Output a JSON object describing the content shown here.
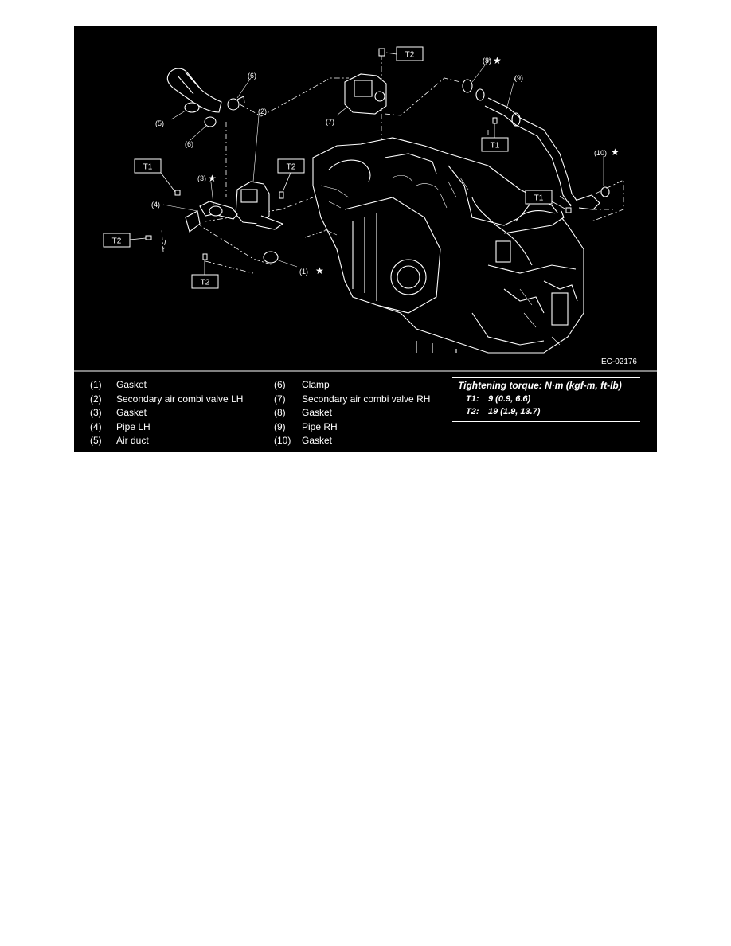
{
  "figure": {
    "code": "EC-02176",
    "background": "#000000",
    "foreground": "#ffffff",
    "callouts": {
      "c1": "(1)",
      "c2": "(2)",
      "c3": "(3)",
      "c4": "(4)",
      "c5": "(5)",
      "c6a": "(6)",
      "c6b": "(6)",
      "c7": "(7)",
      "c8": "(8)",
      "c9": "(9)",
      "c10": "(10)"
    },
    "torque_tags": {
      "t2_top": "T2",
      "t1_right_upper": "T1",
      "t1_left": "T1",
      "t2_mid": "T2",
      "t1_right": "T1",
      "t2_left": "T2",
      "t2_bottom": "T2"
    },
    "star_icon": "star-icon"
  },
  "legend": {
    "left": [
      {
        "num": "(1)",
        "label": "Gasket"
      },
      {
        "num": "(2)",
        "label": "Secondary air combi valve LH"
      },
      {
        "num": "(3)",
        "label": "Gasket"
      },
      {
        "num": "(4)",
        "label": "Pipe LH"
      },
      {
        "num": "(5)",
        "label": "Air duct"
      }
    ],
    "right": [
      {
        "num": "(6)",
        "label": "Clamp"
      },
      {
        "num": "(7)",
        "label": "Secondary air combi valve RH"
      },
      {
        "num": "(8)",
        "label": "Gasket"
      },
      {
        "num": "(9)",
        "label": "Pipe RH"
      },
      {
        "num": "(10)",
        "label": "Gasket"
      }
    ]
  },
  "torque": {
    "title": "Tightening torque: N·m (kgf-m, ft-lb)",
    "rows": [
      {
        "key": "T1:",
        "value": "9 (0.9, 6.6)"
      },
      {
        "key": "T2:",
        "value": "19 (1.9, 13.7)"
      }
    ]
  }
}
